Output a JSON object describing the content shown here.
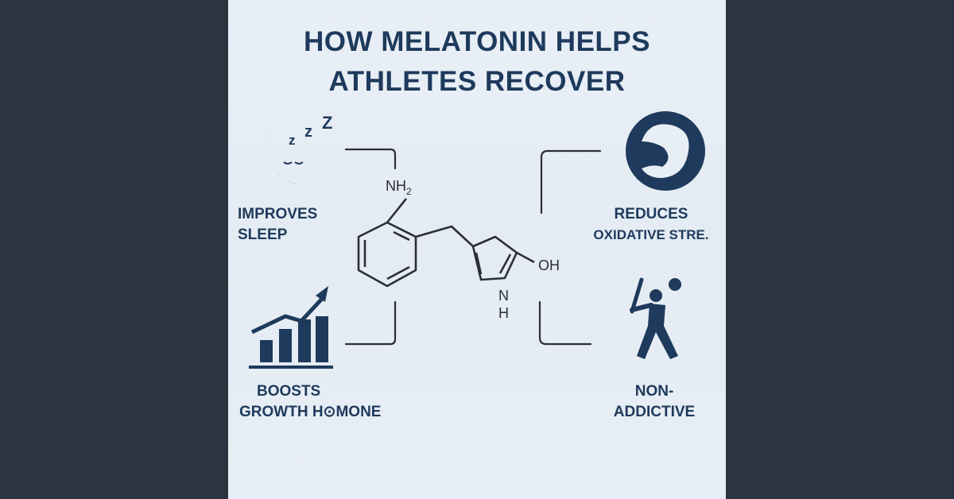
{
  "title": {
    "line1": "HOW MELATONIN HELPS",
    "line2": "ATHLETES RECOVER"
  },
  "benefits": {
    "sleep": {
      "line1": "IMPROVES",
      "line2": "SLEEP",
      "icon": "sleeping-moon-icon"
    },
    "oxidative": {
      "line1": "REDUCES",
      "line2": "OXIDATIVE STRE.",
      "icon": "flexed-arm-icon"
    },
    "growth": {
      "line1": "BOOSTS",
      "line2": "GROWTH H⊙MONE",
      "icon": "growth-chart-icon"
    },
    "addictive": {
      "line1": "NON-",
      "line2": "ADDICTIVE",
      "icon": "baseball-player-icon"
    }
  },
  "molecule": {
    "nh2": "NH",
    "nh2_sub": "2",
    "oh": "OH",
    "n": "N",
    "h": "H",
    "zzz": [
      "z",
      "z",
      "Z"
    ]
  },
  "colors": {
    "navy": "#1e3a5c",
    "background": "#2b3541",
    "panel": "#e8eef5",
    "line": "#2a2f36"
  }
}
